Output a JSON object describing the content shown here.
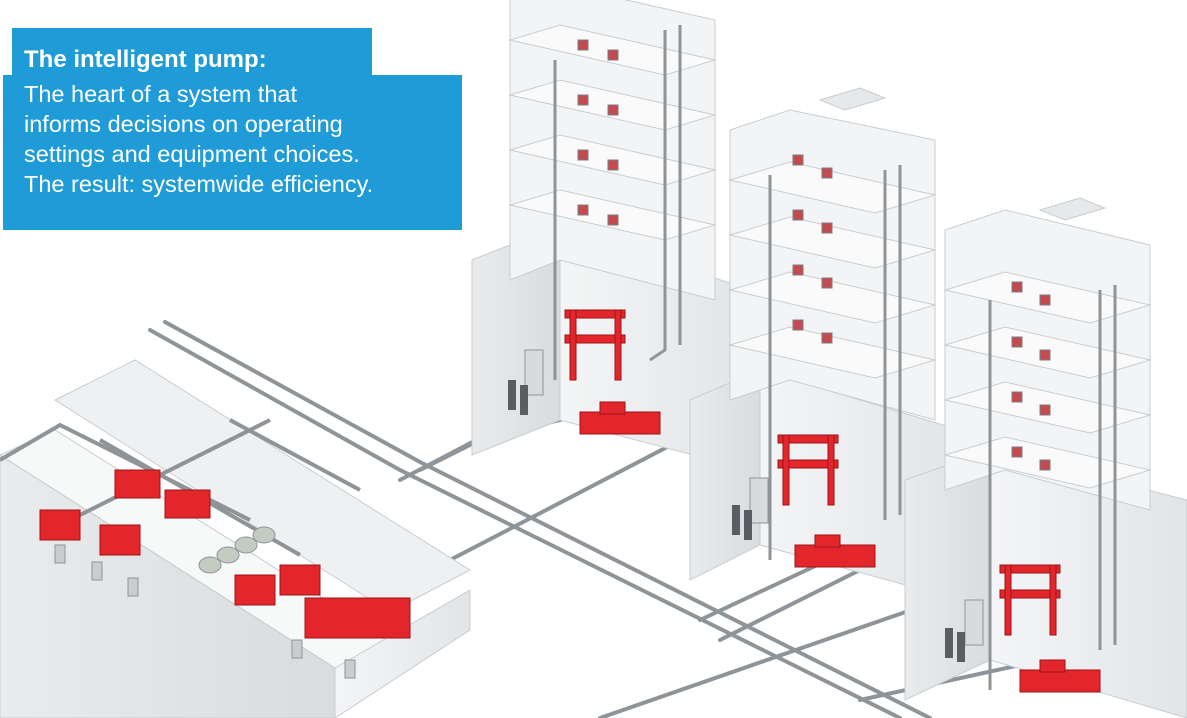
{
  "callout": {
    "title": "The intelligent pump:",
    "body_lines": [
      "The heart of a system that",
      "informs decisions on operating",
      "settings and equipment choices.",
      "The result: systemwide efficiency."
    ]
  },
  "colors": {
    "callout_background": "#1f9bd7",
    "callout_text": "#ffffff",
    "equipment_red": "#e3262c",
    "pipe_gray": "#a9adb1",
    "building_white": "#f1f2f3"
  },
  "icons": [
    "tower-building",
    "central-plant",
    "pump-skid",
    "heat-exchanger",
    "terminal-unit",
    "pipe-loop"
  ]
}
